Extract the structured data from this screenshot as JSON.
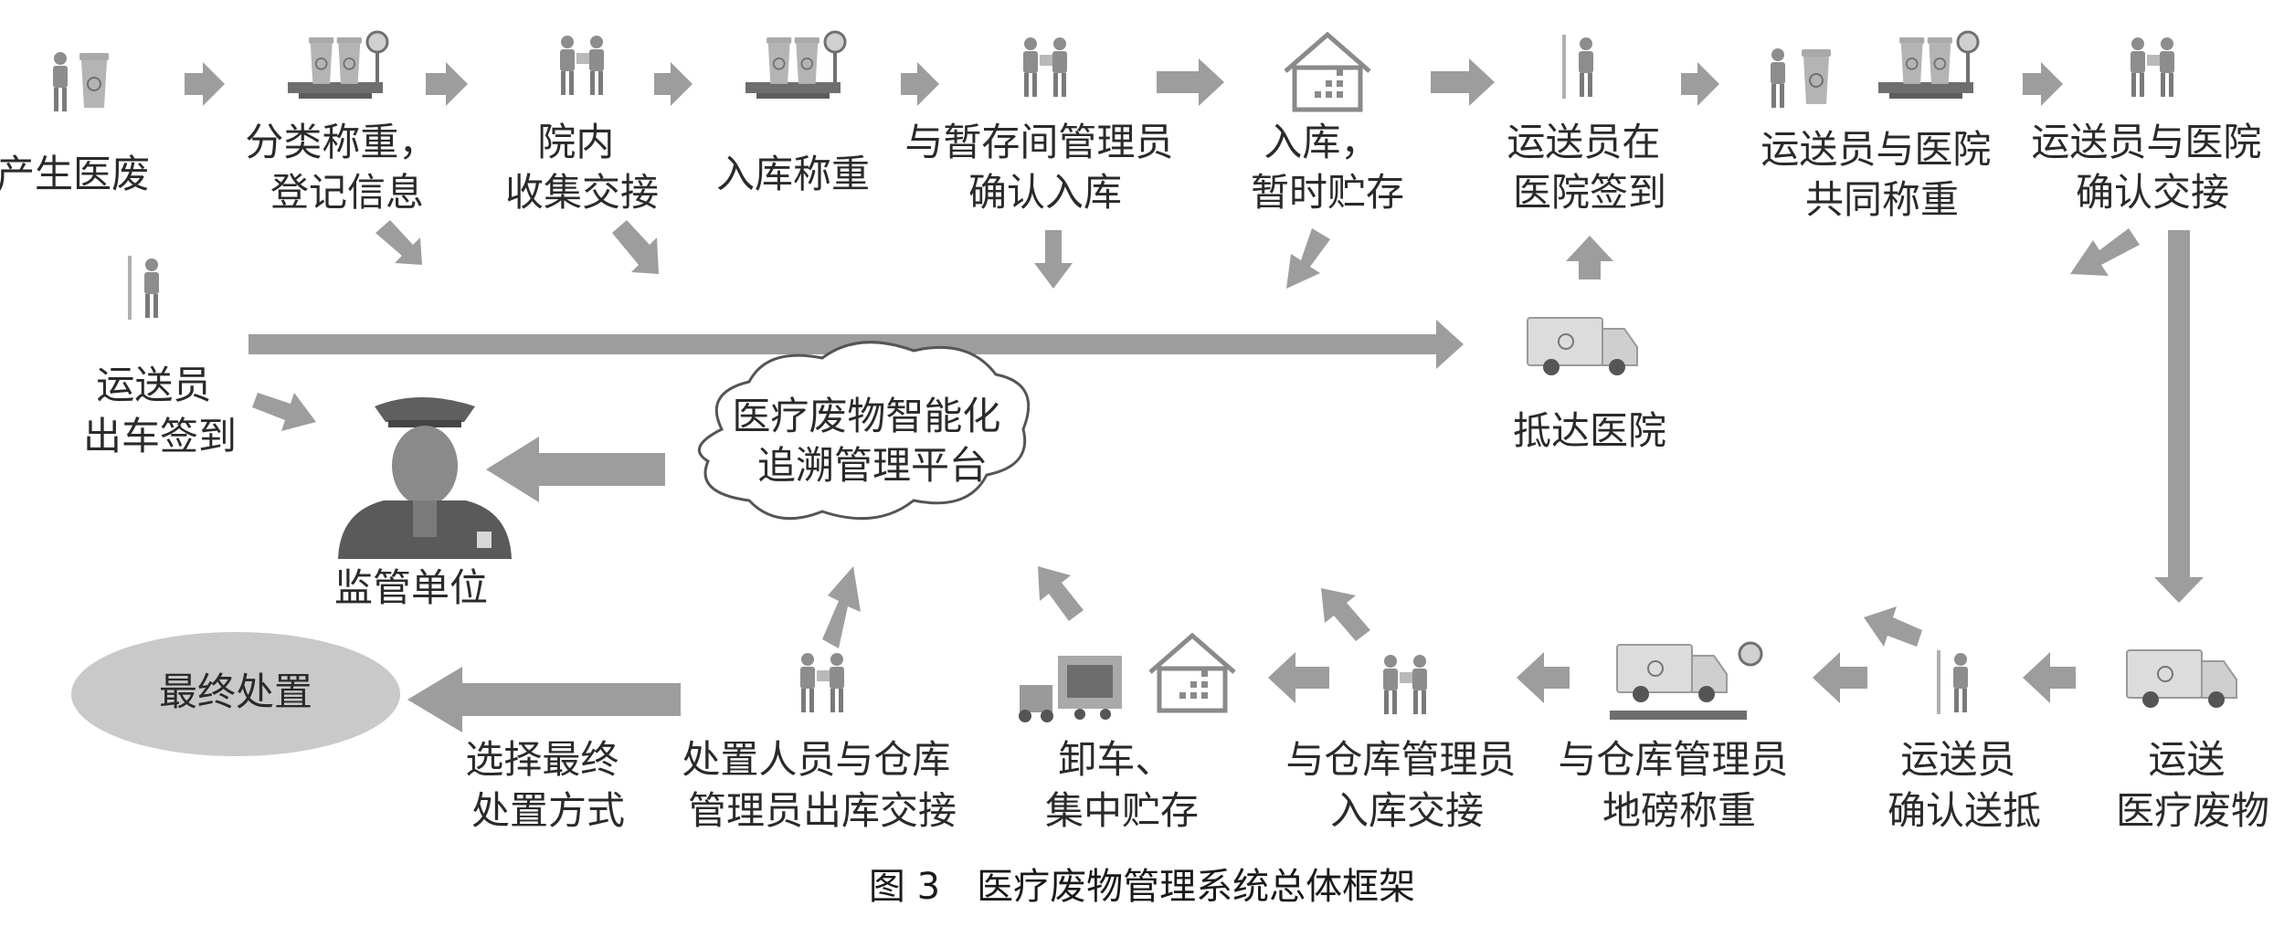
{
  "nodes": {
    "produce": [
      "产生医废"
    ],
    "classify": [
      "分类称重，",
      "登记信息"
    ],
    "collect": [
      "院内",
      "收集交接"
    ],
    "store_weigh": [
      "入库称重"
    ],
    "confirm_storage": [
      "与暂存间管理员",
      "确认入库"
    ],
    "temp_storage": [
      "入库，",
      "暂时贮存"
    ],
    "sign_in_hospital": [
      "运送员在",
      "医院签到"
    ],
    "joint_weigh": [
      "运送员与医院",
      "共同称重"
    ],
    "confirm_handover": [
      "运送员与医院",
      "确认交接"
    ],
    "driver_checkin": [
      "运送员",
      "出车签到"
    ],
    "arrive": [
      "抵达医院"
    ],
    "platform": [
      "医疗废物智能化",
      "追溯管理平台"
    ],
    "regulator": [
      "监管单位"
    ],
    "final": [
      "最终处置"
    ],
    "select_method": [
      "选择最终",
      "处置方式"
    ],
    "outbound": [
      "处置人员与仓库",
      "管理员出库交接"
    ],
    "unload": [
      "卸车、",
      "集中贮存"
    ],
    "inbound": [
      "与仓库管理员",
      "入库交接"
    ],
    "scale_weigh": [
      "与仓库管理员",
      "地磅称重"
    ],
    "confirm_delivery": [
      "运送员",
      "确认送抵"
    ],
    "transport": [
      "运送",
      "医疗废物"
    ]
  },
  "caption": "图 3　医疗废物管理系统总体框架",
  "icons": [
    "waste-bin-icon",
    "scale-icon",
    "handover-icon",
    "warehouse-icon",
    "courier-icon",
    "truck-icon",
    "police-officer-icon",
    "forklift-icon"
  ],
  "colors": {
    "arrow": "#9d9d9d",
    "icon": "#8a8a8a",
    "ellipse": "#c9c9c9",
    "text": "#2a2a2a"
  }
}
